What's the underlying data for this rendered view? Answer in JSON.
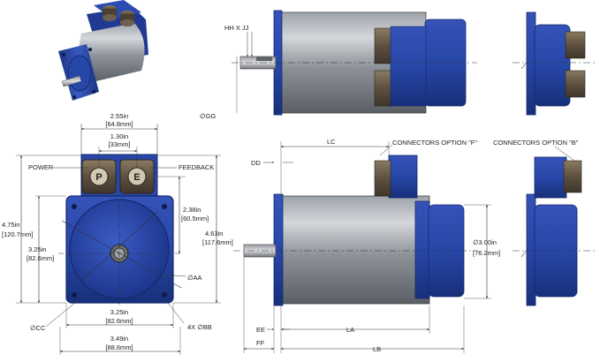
{
  "colors": {
    "motor_blue": "#2747a8",
    "motor_blue_dark": "#162c70",
    "motor_blue_light": "#4a69c8",
    "body_gray": "#8a8f96",
    "body_gray_light": "#c9ccd1",
    "body_gray_dark": "#5c6168",
    "connector_brown": "#6b5c48",
    "shaft_gray": "#7d8086",
    "dim_line": "#333333"
  },
  "front_view": {
    "power_label": "POWER",
    "feedback_label": "FEEDBACK",
    "connector_p": "P",
    "connector_e": "E",
    "dim_width_top_in": "2.55in",
    "dim_width_top_mm": "[64.8mm]",
    "dim_conn_pitch_in": "1.30in",
    "dim_conn_pitch_mm": "[33mm]",
    "dim_height_total_in": "4.75in",
    "dim_height_total_mm": "[120.7mm]",
    "dim_flange_h_in": "3.25in",
    "dim_flange_h_mm": "[82.6mm]",
    "dim_center_to_conn_in": "2.38in",
    "dim_center_to_conn_mm": "[60.5mm]",
    "dim_height_right_in": "4.63in",
    "dim_height_right_mm": "[117.6mm]",
    "label_aa": "∅AA",
    "label_cc": "∅CC",
    "label_bb": "4X ∅BB",
    "dim_flange_w_in": "3.25in",
    "dim_flange_w_mm": "[82.6mm]",
    "dim_overall_w_in": "3.49in",
    "dim_overall_w_mm": "[88.6mm]"
  },
  "top_side_view": {
    "label_hhjj": "HH X JJ",
    "label_gg": "∅GG"
  },
  "side_view": {
    "label_lc": "LC",
    "label_dd": "DD",
    "connectors_f": "CONNECTORS OPTION \"F\"",
    "connectors_b": "CONNECTORS OPTION \"B\"",
    "dim_diam_in": "∅3.00in",
    "dim_diam_mm": "[76.2mm]",
    "label_ee": "EE",
    "label_la": "LA",
    "label_ff": "FF",
    "label_lb": "LB"
  }
}
